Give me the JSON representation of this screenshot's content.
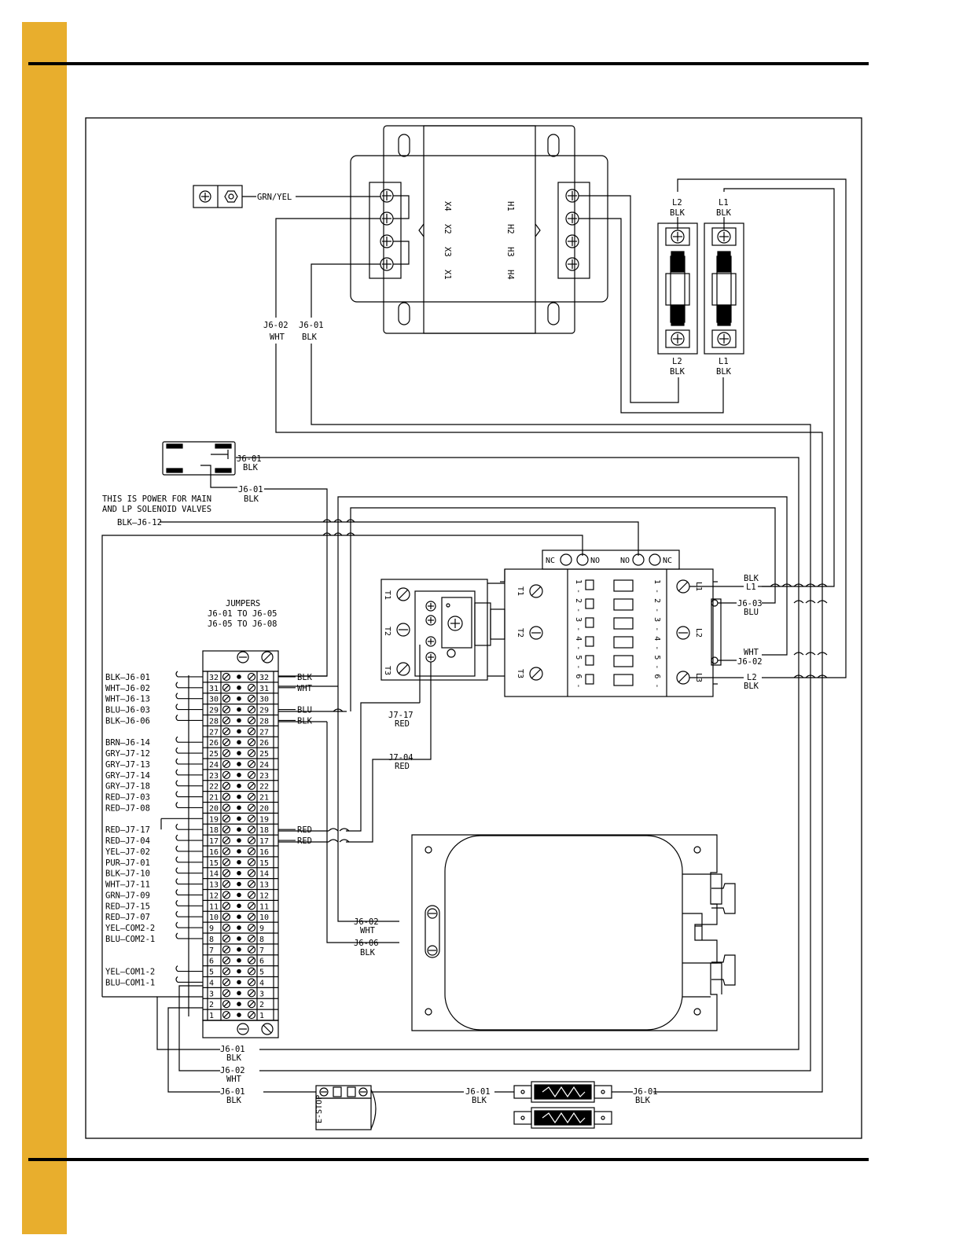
{
  "colors": {
    "margin_bar": "#E8AE2D",
    "ink": "#000000"
  },
  "transformer": {
    "secondary_terminals": [
      "X4",
      "X2",
      "X3",
      "X1"
    ],
    "primary_terminals": [
      "H1",
      "H2",
      "H3",
      "H4"
    ]
  },
  "ground": {
    "wire": "GRN/YEL"
  },
  "fuse_holders": {
    "l2_top": [
      "L2",
      "BLK"
    ],
    "l1_top": [
      "L1",
      "BLK"
    ],
    "l2_bottom": [
      "L2",
      "BLK"
    ],
    "l1_bottom": [
      "L1",
      "BLK"
    ]
  },
  "xfmr_leads": {
    "left": [
      "J6-02",
      "WHT"
    ],
    "right": [
      "J6-01",
      "BLK"
    ]
  },
  "relay_module": {
    "label": [
      "J6-01",
      "BLK"
    ]
  },
  "power_note": {
    "lines": [
      "THIS IS POWER FOR MAIN",
      "AND LP SOLENOID VALVES"
    ],
    "lead": [
      "J6-01",
      "BLK"
    ],
    "blk_j6_12": "BLK—J6-12"
  },
  "contactor": {
    "aux": [
      "NC",
      "NO",
      "NO",
      "NC"
    ],
    "terminals": [
      "T1",
      "T2",
      "T3",
      "L1",
      "L2",
      "L3"
    ],
    "pole_numbers_left": "1 - 2 - 3 - 4 - 5 - 6 -",
    "pole_numbers_right": "1 - 2 - 3 - 4 - 5 - 6 -",
    "line_labels": {
      "l1": [
        "BLK",
        "L1"
      ],
      "j6_03": [
        "J6-03",
        "BLU"
      ],
      "j6_02": [
        "WHT",
        "J6-02"
      ],
      "l2": [
        "L2",
        "BLK"
      ]
    }
  },
  "overload": {
    "terminals": [
      "T1",
      "T2",
      "T3"
    ]
  },
  "jumpers": {
    "title": "JUMPERS",
    "lines": [
      "J6-01 TO J6-05",
      "J6-05 TO J6-08"
    ]
  },
  "terminal_strip": {
    "numbers": [
      "32",
      "31",
      "30",
      "29",
      "28",
      "27",
      "26",
      "25",
      "24",
      "23",
      "22",
      "21",
      "20",
      "19",
      "18",
      "17",
      "16",
      "15",
      "14",
      "13",
      "12",
      "11",
      "10",
      "9",
      "8",
      "7",
      "6",
      "5",
      "4",
      "3",
      "2",
      "1"
    ],
    "left_labels": [
      {
        "n": "32",
        "t": "BLK—J6-01"
      },
      {
        "n": "31",
        "t": "WHT—J6-02"
      },
      {
        "n": "30",
        "t": "WHT—J6-13"
      },
      {
        "n": "29",
        "t": "BLU—J6-03"
      },
      {
        "n": "28",
        "t": "BLK—J6-06"
      },
      {
        "n": "26",
        "t": "BRN—J6-14"
      },
      {
        "n": "25",
        "t": "GRY—J7-12"
      },
      {
        "n": "24",
        "t": "GRY—J7-13"
      },
      {
        "n": "23",
        "t": "GRY—J7-14"
      },
      {
        "n": "22",
        "t": "GRY—J7-18"
      },
      {
        "n": "21",
        "t": "RED—J7-03"
      },
      {
        "n": "20",
        "t": "RED—J7-08"
      },
      {
        "n": "18",
        "t": "RED—J7-17"
      },
      {
        "n": "17",
        "t": "RED—J7-04"
      },
      {
        "n": "16",
        "t": "YEL—J7-02"
      },
      {
        "n": "15",
        "t": "PUR—J7-01"
      },
      {
        "n": "14",
        "t": "BLK—J7-10"
      },
      {
        "n": "13",
        "t": "WHT—J7-11"
      },
      {
        "n": "12",
        "t": "GRN—J7-09"
      },
      {
        "n": "11",
        "t": "RED—J7-15"
      },
      {
        "n": "10",
        "t": "RED—J7-07"
      },
      {
        "n": "9",
        "t": "YEL—COM2-2"
      },
      {
        "n": "8",
        "t": "BLU—COM2-1"
      },
      {
        "n": "5",
        "t": "YEL—COM1-2"
      },
      {
        "n": "4",
        "t": "BLU—COM1-1"
      }
    ],
    "right_labels": [
      {
        "n": "32",
        "t": "BLK"
      },
      {
        "n": "31",
        "t": "WHT"
      },
      {
        "n": "29",
        "t": "BLU"
      },
      {
        "n": "28",
        "t": "BLK"
      },
      {
        "n": "18",
        "t": "RED"
      },
      {
        "n": "17",
        "t": "RED"
      }
    ]
  },
  "mid_labels": {
    "j7_17": [
      "J7-17",
      "RED"
    ],
    "j7_04": [
      "J7-04",
      "RED"
    ]
  },
  "motor": {
    "j6_02": [
      "J6-02",
      "WHT"
    ],
    "j6_06": [
      "J6-06",
      "BLK"
    ]
  },
  "bottom": {
    "a": [
      "J6-01",
      "BLK"
    ],
    "b": [
      "J6-02",
      "WHT"
    ],
    "c": [
      "J6-01",
      "BLK"
    ],
    "estop_label": "E-STOP",
    "d": [
      "J6-01",
      "BLK"
    ],
    "e": [
      "J6-01",
      "BLK"
    ]
  }
}
